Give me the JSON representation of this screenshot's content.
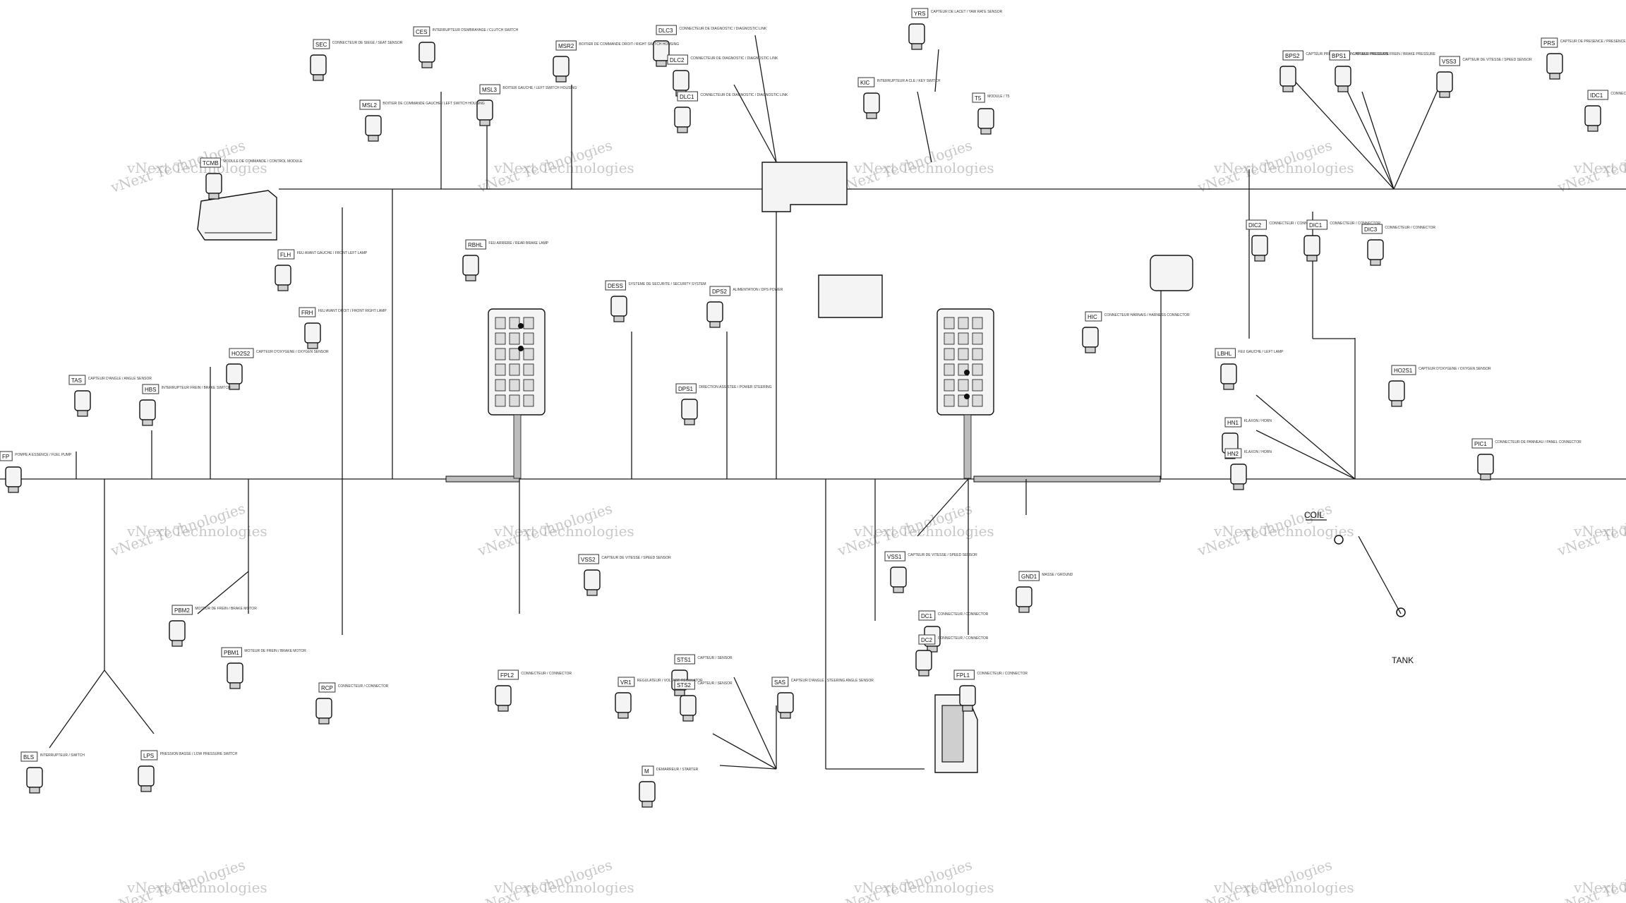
{
  "title": "",
  "watermark": "vNext Technologies",
  "connectors": [
    {
      "tag": "SEC",
      "desc": "CONNECTEUR DE SIEGE / SEAT SENSOR"
    },
    {
      "tag": "CES",
      "desc": "INTERRUPTEUR D'EMBRAYAGE / CLUTCH SWITCH"
    },
    {
      "tag": "MSR2",
      "desc": "BOITIER DE COMMANDE DROIT / RIGHT SWITCH HOUSING"
    },
    {
      "tag": "MSL2",
      "desc": "BOITIER DE COMMANDE GAUCHE / LEFT SWITCH HOUSING"
    },
    {
      "tag": "MSL3",
      "desc": "BOITIER GAUCHE / LEFT SWITCH HOUSING"
    },
    {
      "tag": "TCMB",
      "desc": "MODULE DE COMMANDE / CONTROL MODULE"
    },
    {
      "tag": "FLH",
      "desc": "FEU AVANT GAUCHE / FRONT LEFT LAMP"
    },
    {
      "tag": "FRH",
      "desc": "FEU AVANT DROIT / FRONT RIGHT LAMP"
    },
    {
      "tag": "HO2S2",
      "desc": "CAPTEUR D'OXYGENE / OXYGEN SENSOR"
    },
    {
      "tag": "TAS",
      "desc": "CAPTEUR D'ANGLE / ANGLE SENSOR"
    },
    {
      "tag": "HBS",
      "desc": "INTERRUPTEUR FREIN / BRAKE SWITCH"
    },
    {
      "tag": "FP",
      "desc": "POMPE A ESSENCE / FUEL PUMP"
    },
    {
      "tag": "RBHL",
      "desc": "FEU ARRIERE / REAR BRAKE LAMP"
    },
    {
      "tag": "DESS",
      "desc": "SYSTEME DE SECURITE / SECURITY SYSTEM"
    },
    {
      "tag": "DPS2",
      "desc": "ALIMENTATION / DPS POWER"
    },
    {
      "tag": "DPS1",
      "desc": "DIRECTION ASSISTEE / POWER STEERING"
    },
    {
      "tag": "DLC3",
      "desc": "CONNECTEUR DE DIAGNOSTIC / DIAGNOSTIC LINK"
    },
    {
      "tag": "DLC2",
      "desc": "CONNECTEUR DE DIAGNOSTIC / DIAGNOSTIC LINK"
    },
    {
      "tag": "DLC1",
      "desc": "CONNECTEUR DE DIAGNOSTIC / DIAGNOSTIC LINK"
    },
    {
      "tag": "KIC",
      "desc": "INTERRUPTEUR A CLE / KEY SWITCH"
    },
    {
      "tag": "YRS",
      "desc": "CAPTEUR DE LACET / YAW RATE SENSOR"
    },
    {
      "tag": "T5",
      "desc": "MODULE / T5"
    },
    {
      "tag": "BPS2",
      "desc": "CAPTEUR PRESSION FREIN / BRAKE PRESSURE"
    },
    {
      "tag": "BPS1",
      "desc": "CAPTEUR PRESSION FREIN / BRAKE PRESSURE"
    },
    {
      "tag": "VSS3",
      "desc": "CAPTEUR DE VITESSE / SPEED SENSOR"
    },
    {
      "tag": "PRS",
      "desc": "CAPTEUR DE PRESENCE / PRESENCE SWITCH"
    },
    {
      "tag": "IDC1",
      "desc": "CONNECTEUR / CONNECTOR"
    },
    {
      "tag": "DIC2",
      "desc": "CONNECTEUR / CONNECTOR"
    },
    {
      "tag": "DIC1",
      "desc": "CONNECTEUR / CONNECTOR"
    },
    {
      "tag": "DIC3",
      "desc": "CONNECTEUR / CONNECTOR"
    },
    {
      "tag": "HIC",
      "desc": "CONNECTEUR HARNAIS / HARNESS CONNECTOR"
    },
    {
      "tag": "LBHL",
      "desc": "FEU GAUCHE / LEFT LAMP"
    },
    {
      "tag": "HN1",
      "desc": "KLAXON / HORN"
    },
    {
      "tag": "HN2",
      "desc": "KLAXON / HORN"
    },
    {
      "tag": "HO2S1",
      "desc": "CAPTEUR D'OXYGENE / OXYGEN SENSOR"
    },
    {
      "tag": "PIC1",
      "desc": "CONNECTEUR DE PANNEAU / PANEL CONNECTOR"
    },
    {
      "tag": "PBM2",
      "desc": "MOTEUR DE FREIN / BRAKE MOTOR"
    },
    {
      "tag": "PBM1",
      "desc": "MOTEUR DE FREIN / BRAKE MOTOR"
    },
    {
      "tag": "RCP",
      "desc": "CONNECTEUR / CONNECTOR"
    },
    {
      "tag": "BLS",
      "desc": "INTERRUPTEUR / SWITCH"
    },
    {
      "tag": "LPS",
      "desc": "PRESSION BASSE / LOW PRESSURE SWITCH"
    },
    {
      "tag": "VSS2",
      "desc": "CAPTEUR DE VITESSE / SPEED SENSOR"
    },
    {
      "tag": "FPL2",
      "desc": "CONNECTEUR / CONNECTOR"
    },
    {
      "tag": "VSS1",
      "desc": "CAPTEUR DE VITESSE / SPEED SENSOR"
    },
    {
      "tag": "GND1",
      "desc": "MASSE / GROUND"
    },
    {
      "tag": "DC1",
      "desc": "CONNECTEUR / CONNECTOR"
    },
    {
      "tag": "DC2",
      "desc": "CONNECTEUR / CONNECTOR"
    },
    {
      "tag": "FPL1",
      "desc": "CONNECTEUR / CONNECTOR"
    },
    {
      "tag": "STS1",
      "desc": "CAPTEUR / SENSOR"
    },
    {
      "tag": "STS2",
      "desc": "CAPTEUR / SENSOR"
    },
    {
      "tag": "VR1",
      "desc": "REGULATEUR / VOLTAGE REGULATOR"
    },
    {
      "tag": "SAS",
      "desc": "CAPTEUR D'ANGLE / STEERING ANGLE SENSOR"
    },
    {
      "tag": "M",
      "desc": "DEMARREUR / STARTER"
    }
  ],
  "labels": {
    "coil": "COIL",
    "tank": "TANK"
  }
}
